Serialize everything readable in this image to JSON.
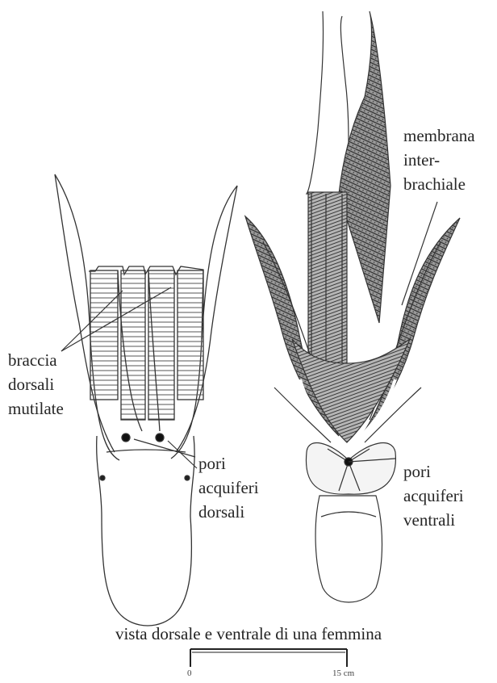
{
  "labels": {
    "membrana": [
      "membrana",
      "inter-",
      "brachiale"
    ],
    "braccia": [
      "braccia",
      "dorsali",
      "mutilate"
    ],
    "pori_dorsali": [
      "pori",
      "acquiferi",
      "dorsali"
    ],
    "pori_ventrali": [
      "pori",
      "acquiferi",
      "ventrali"
    ]
  },
  "caption": "vista dorsale e ventrale di una femmina",
  "scale_bar": {
    "start_label": "0",
    "end_label": "15 cm"
  }
}
